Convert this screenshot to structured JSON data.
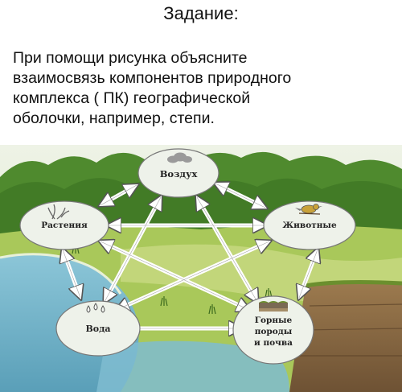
{
  "heading": "Задание:",
  "task_lines": [
    "При помощи рисунка объясните",
    "взаимосвязь компонентов природного",
    "комплекса ( ПК)  географической",
    "оболочки, например, степи."
  ],
  "diagram": {
    "nodes": {
      "air": "Воздух",
      "plants": "Растения",
      "animals": "Животные",
      "water": "Вода",
      "rocks_line1": "Горные",
      "rocks_line2": "породы",
      "rocks_line3": "и почва"
    },
    "icons": {
      "air": "cloud-icon",
      "plants": "grass-plant-icon",
      "animals": "bird-icon",
      "water": "water-drops-icon",
      "rocks": "rock-layers-icon"
    },
    "colors": {
      "sky": "#f4f7ef",
      "forest": "#4f8a2e",
      "meadow": "#a9c85a",
      "water": "#6fb3cc",
      "soil": "#8a6a44",
      "node_fill": "#eef2ea",
      "arrow": "#ffffff"
    }
  }
}
